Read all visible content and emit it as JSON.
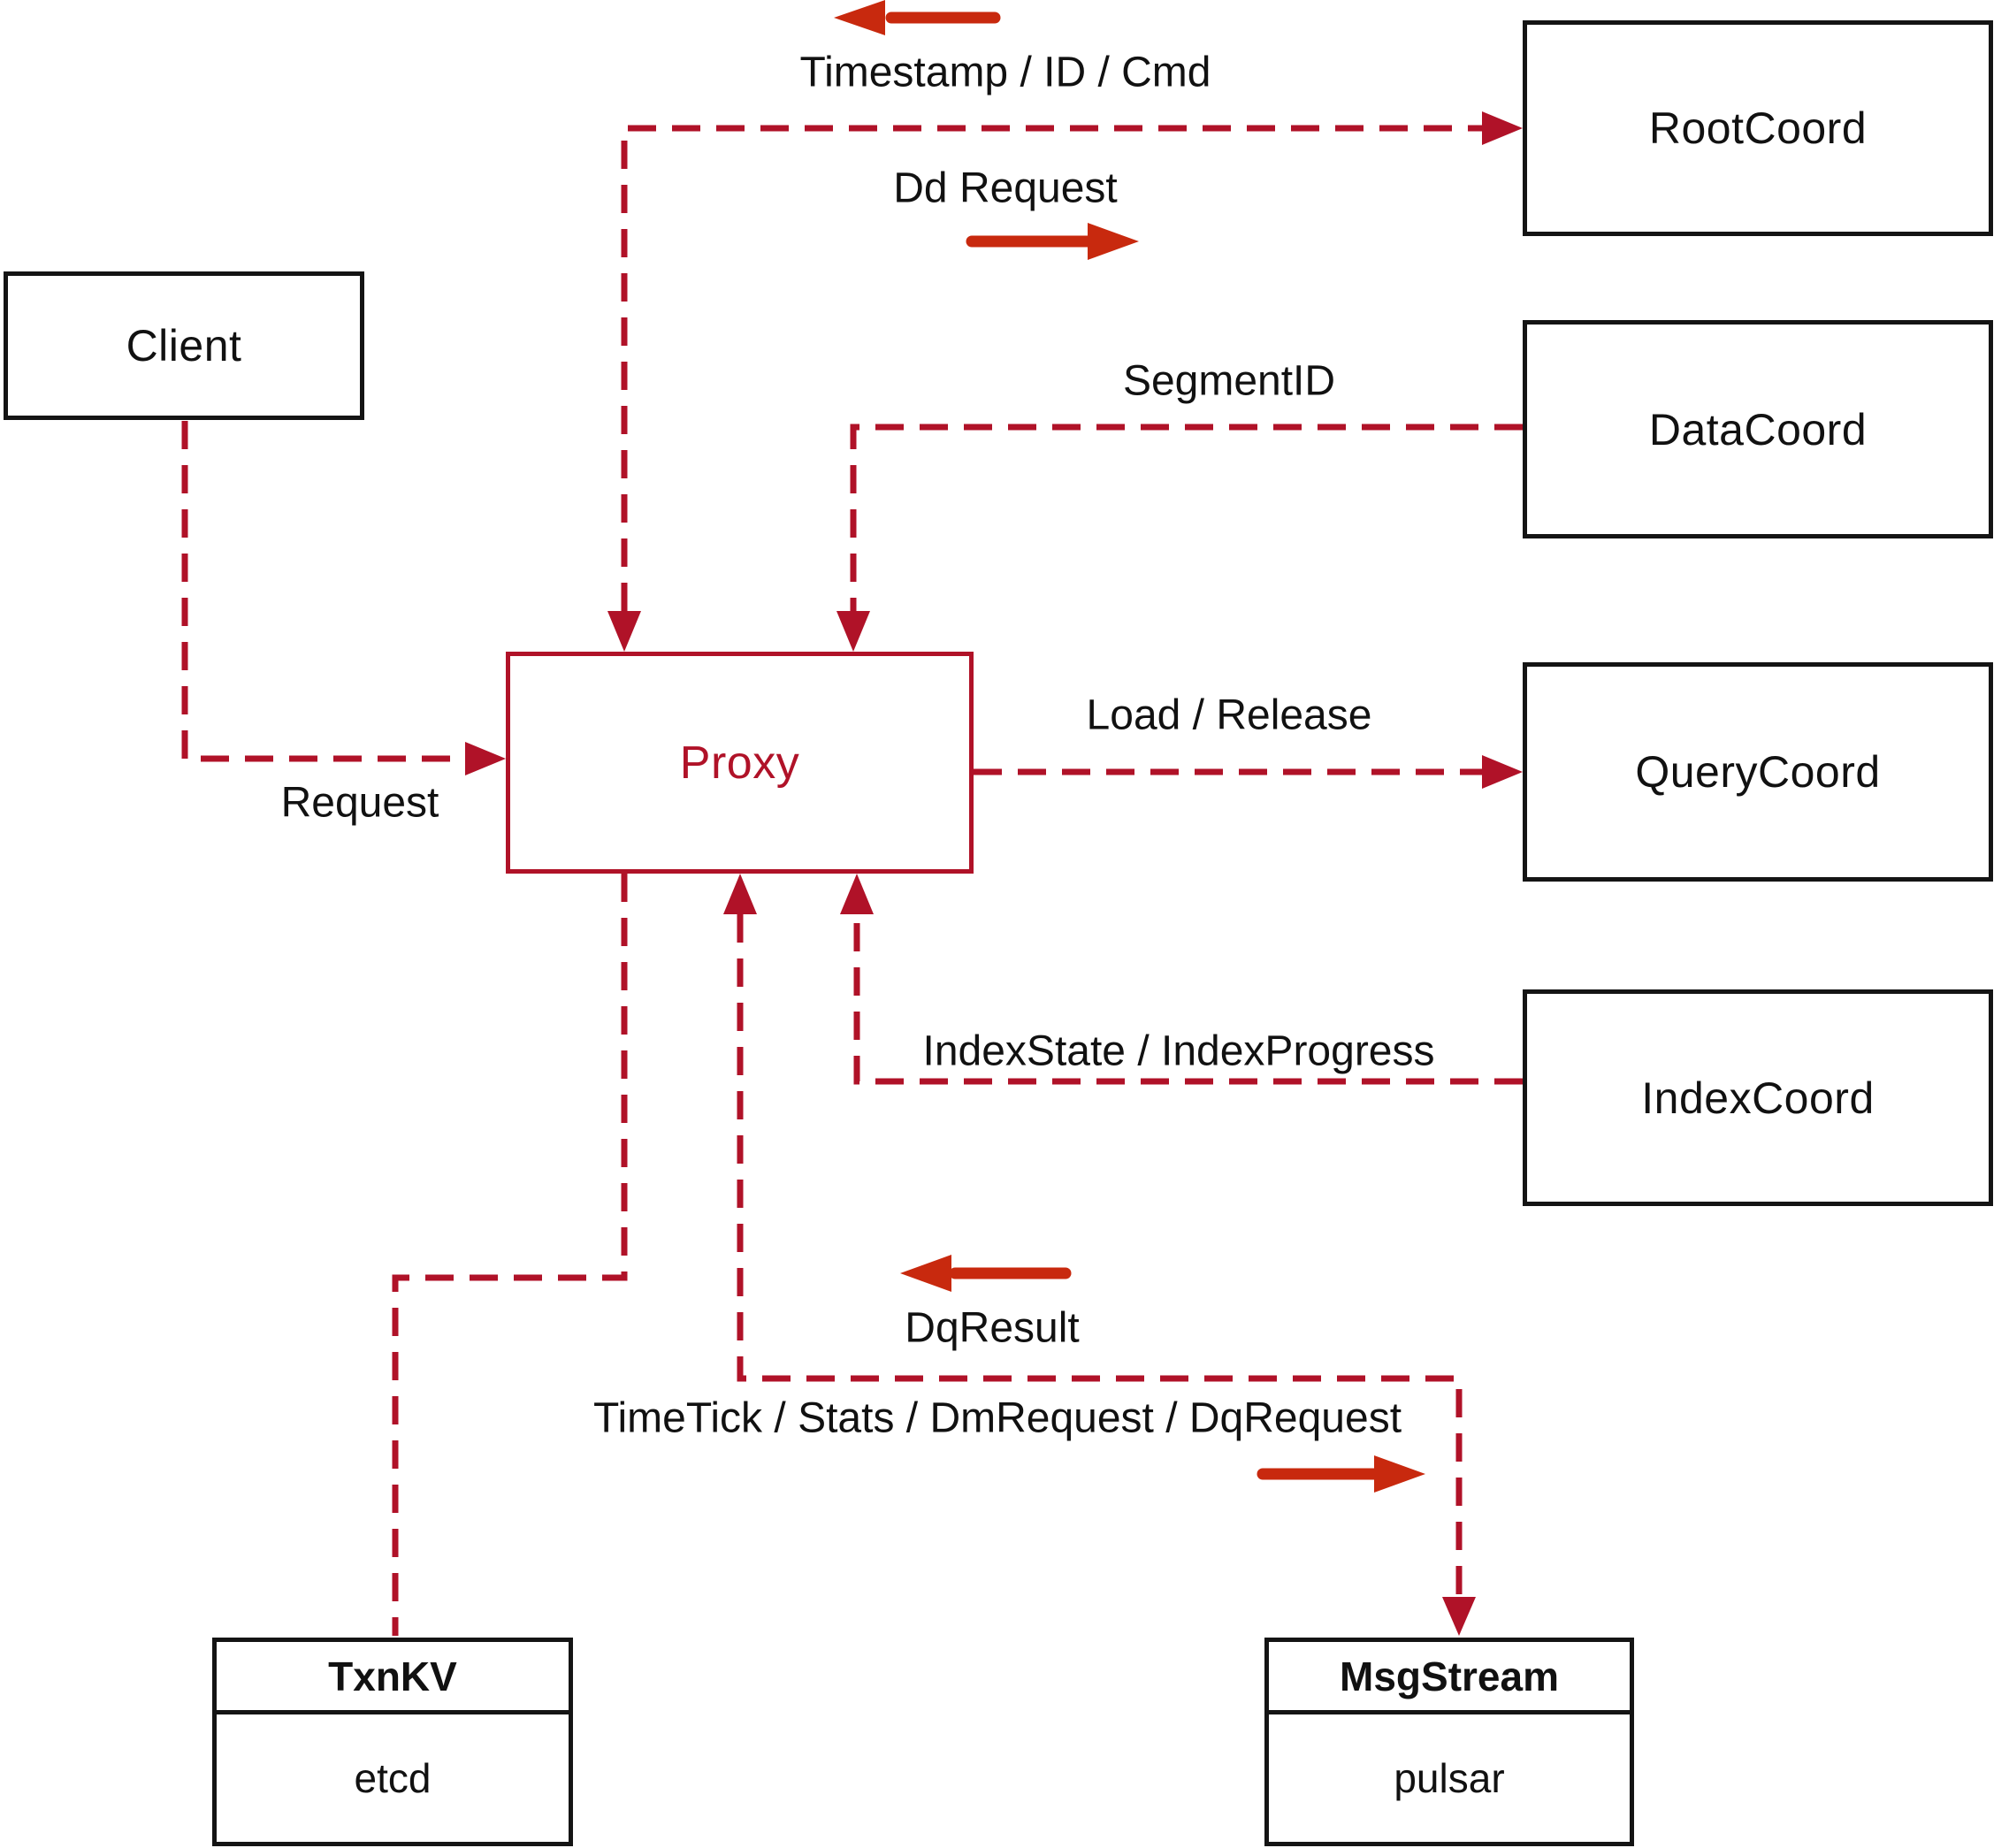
{
  "nodes": {
    "client": {
      "label": "Client"
    },
    "proxy": {
      "label": "Proxy"
    },
    "root_coord": {
      "label": "RootCoord"
    },
    "data_coord": {
      "label": "DataCoord"
    },
    "query_coord": {
      "label": "QueryCoord"
    },
    "index_coord": {
      "label": "IndexCoord"
    },
    "txn_kv": {
      "title": "TxnKV",
      "impl": "etcd"
    },
    "msg_stream": {
      "title": "MsgStream",
      "impl": "pulsar"
    }
  },
  "edges": {
    "request": {
      "label": "Request"
    },
    "timestamp_id_cmd": {
      "label": "Timestamp / ID / Cmd"
    },
    "dd_request": {
      "label": "Dd Request"
    },
    "segment_id": {
      "label": "SegmentID"
    },
    "load_release": {
      "label": "Load / Release"
    },
    "index_state": {
      "label": "IndexState / IndexProgress"
    },
    "dq_result": {
      "label": "DqResult"
    },
    "time_tick": {
      "label": "TimeTick / Stats / DmRequest / DqRequest"
    }
  },
  "colors": {
    "dashed_line": "#b01228",
    "bold_arrow": "#c8290e",
    "node_border": "#141414",
    "proxy_accent": "#b01228",
    "text": "#111111",
    "background": "#ffffff"
  }
}
